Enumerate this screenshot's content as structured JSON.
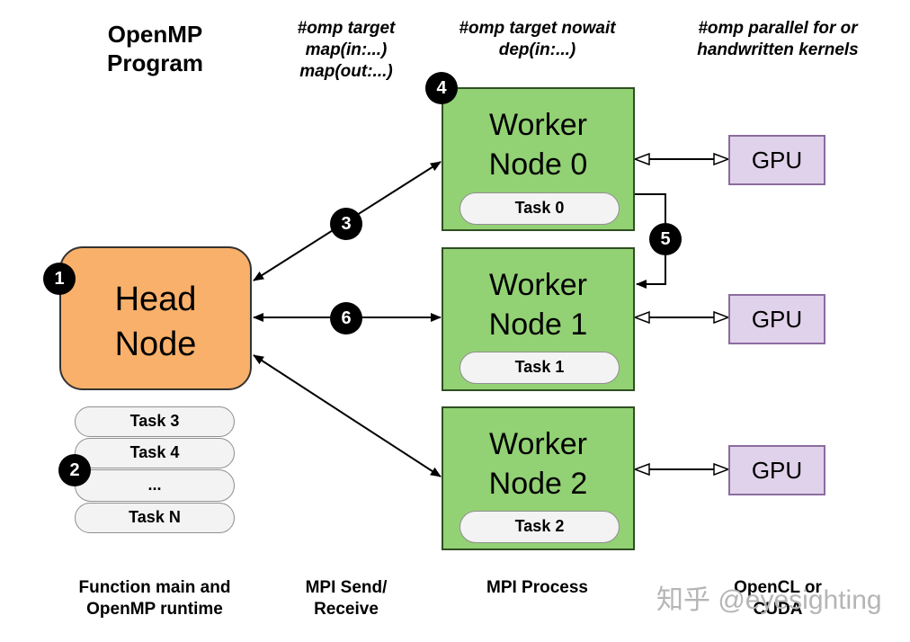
{
  "headers": {
    "program": "OpenMP\nProgram",
    "target_map": "#omp target\nmap(in:...)\nmap(out:...)",
    "target_nowait": "#omp target nowait\ndep(in:...)",
    "parallel_for": "#omp parallel for or\nhandwritten kernels"
  },
  "head_node": {
    "label": "Head\nNode"
  },
  "local_tasks": [
    "Task 3",
    "Task 4",
    "...",
    "Task N"
  ],
  "workers": [
    {
      "title": "Worker\nNode 0",
      "task": "Task 0"
    },
    {
      "title": "Worker\nNode 1",
      "task": "Task 1"
    },
    {
      "title": "Worker\nNode 2",
      "task": "Task 2"
    }
  ],
  "gpu_label": "GPU",
  "gpus": [
    "GPU",
    "GPU",
    "GPU"
  ],
  "badges": {
    "b1": "1",
    "b2": "2",
    "b3": "3",
    "b4": "4",
    "b5": "5",
    "b6": "6"
  },
  "footers": {
    "runtime": "Function main and\nOpenMP runtime",
    "mpi_send": "MPI Send/\nReceive",
    "mpi_process": "MPI Process",
    "opencl": "OpenCL or\nCUDA"
  },
  "watermark": "知乎 @eyesighting",
  "colors": {
    "worker_fill": "#93d175",
    "head_fill": "#f9b06a",
    "gpu_fill": "#e0d2ea",
    "pill_fill": "#f3f3f3"
  }
}
